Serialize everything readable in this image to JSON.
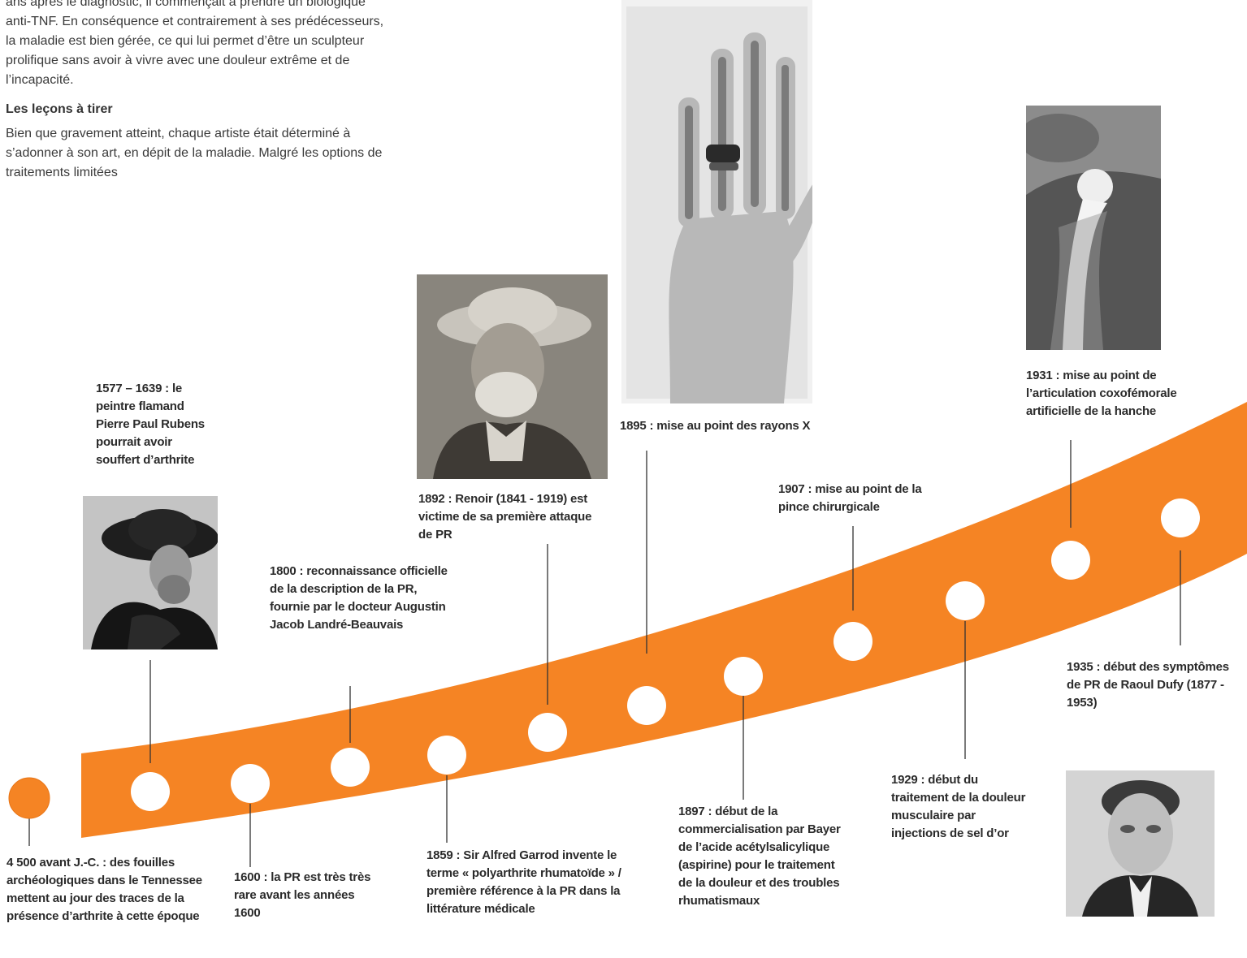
{
  "intro": {
    "paragraph1": "ans après le diagnostic, il commençait à prendre un biologique anti-TNF. En conséquence et contrairement à ses prédécesseurs, la maladie est bien gérée, ce qui lui permet d’être un sculpteur prolifique sans avoir à vivre avec une douleur extrême et de l’incapacité.",
    "heading": "Les leçons à tirer",
    "paragraph2": "Bien que gravement atteint, chaque artiste était déterminé à s’adonner à son art, en dépit de la maladie. Malgré les options de traitements limitées"
  },
  "colors": {
    "band": "#f58424",
    "dot": "#ffffff",
    "start_dot": "#f58424",
    "line": "#333333"
  },
  "events": {
    "e4500": "4 500 avant J.-C. : des fouilles archéologiques dans le Tennessee mettent au jour des traces de la présence d’arthrite à cette époque",
    "e1577": "1577 – 1639 : le peintre flamand Pierre Paul Rubens pourrait avoir souffert d’arthrite",
    "e1600": "1600 : la PR est très très rare avant les années 1600",
    "e1800": "1800 : reconnaissance officielle de la description de la PR, fournie par le docteur Augustin Jacob Landré-Beauvais",
    "e1859": "1859 : Sir Alfred Garrod invente le terme « polyarthrite rhumatoïde » / première référence à la PR dans la littérature médicale",
    "e1892": "1892 : Renoir (1841 - 1919) est victime de sa première attaque de PR",
    "e1895": "1895 : mise au point des rayons X",
    "e1897": "1897 : début de la commercialisation par Bayer de l’acide acétylsalicylique (aspirine) pour le traitement de la douleur et des troubles rhumatismaux",
    "e1907": "1907 : mise au point de la pince chirurgicale",
    "e1929": "1929 : début du traitement de la douleur musculaire par injections de sel d’or",
    "e1931": "1931 : mise au point de l’articulation coxofémorale artificielle de la hanche",
    "e1935": "1935 : début des symptômes de PR de Raoul Dufy (1877 - 1953)"
  },
  "images": {
    "rubens": "portrait-rubens",
    "renoir": "portrait-renoir",
    "xray_hand": "xray-hand",
    "hip_prosthesis": "xray-hip-prosthesis",
    "dufy": "portrait-dufy"
  }
}
